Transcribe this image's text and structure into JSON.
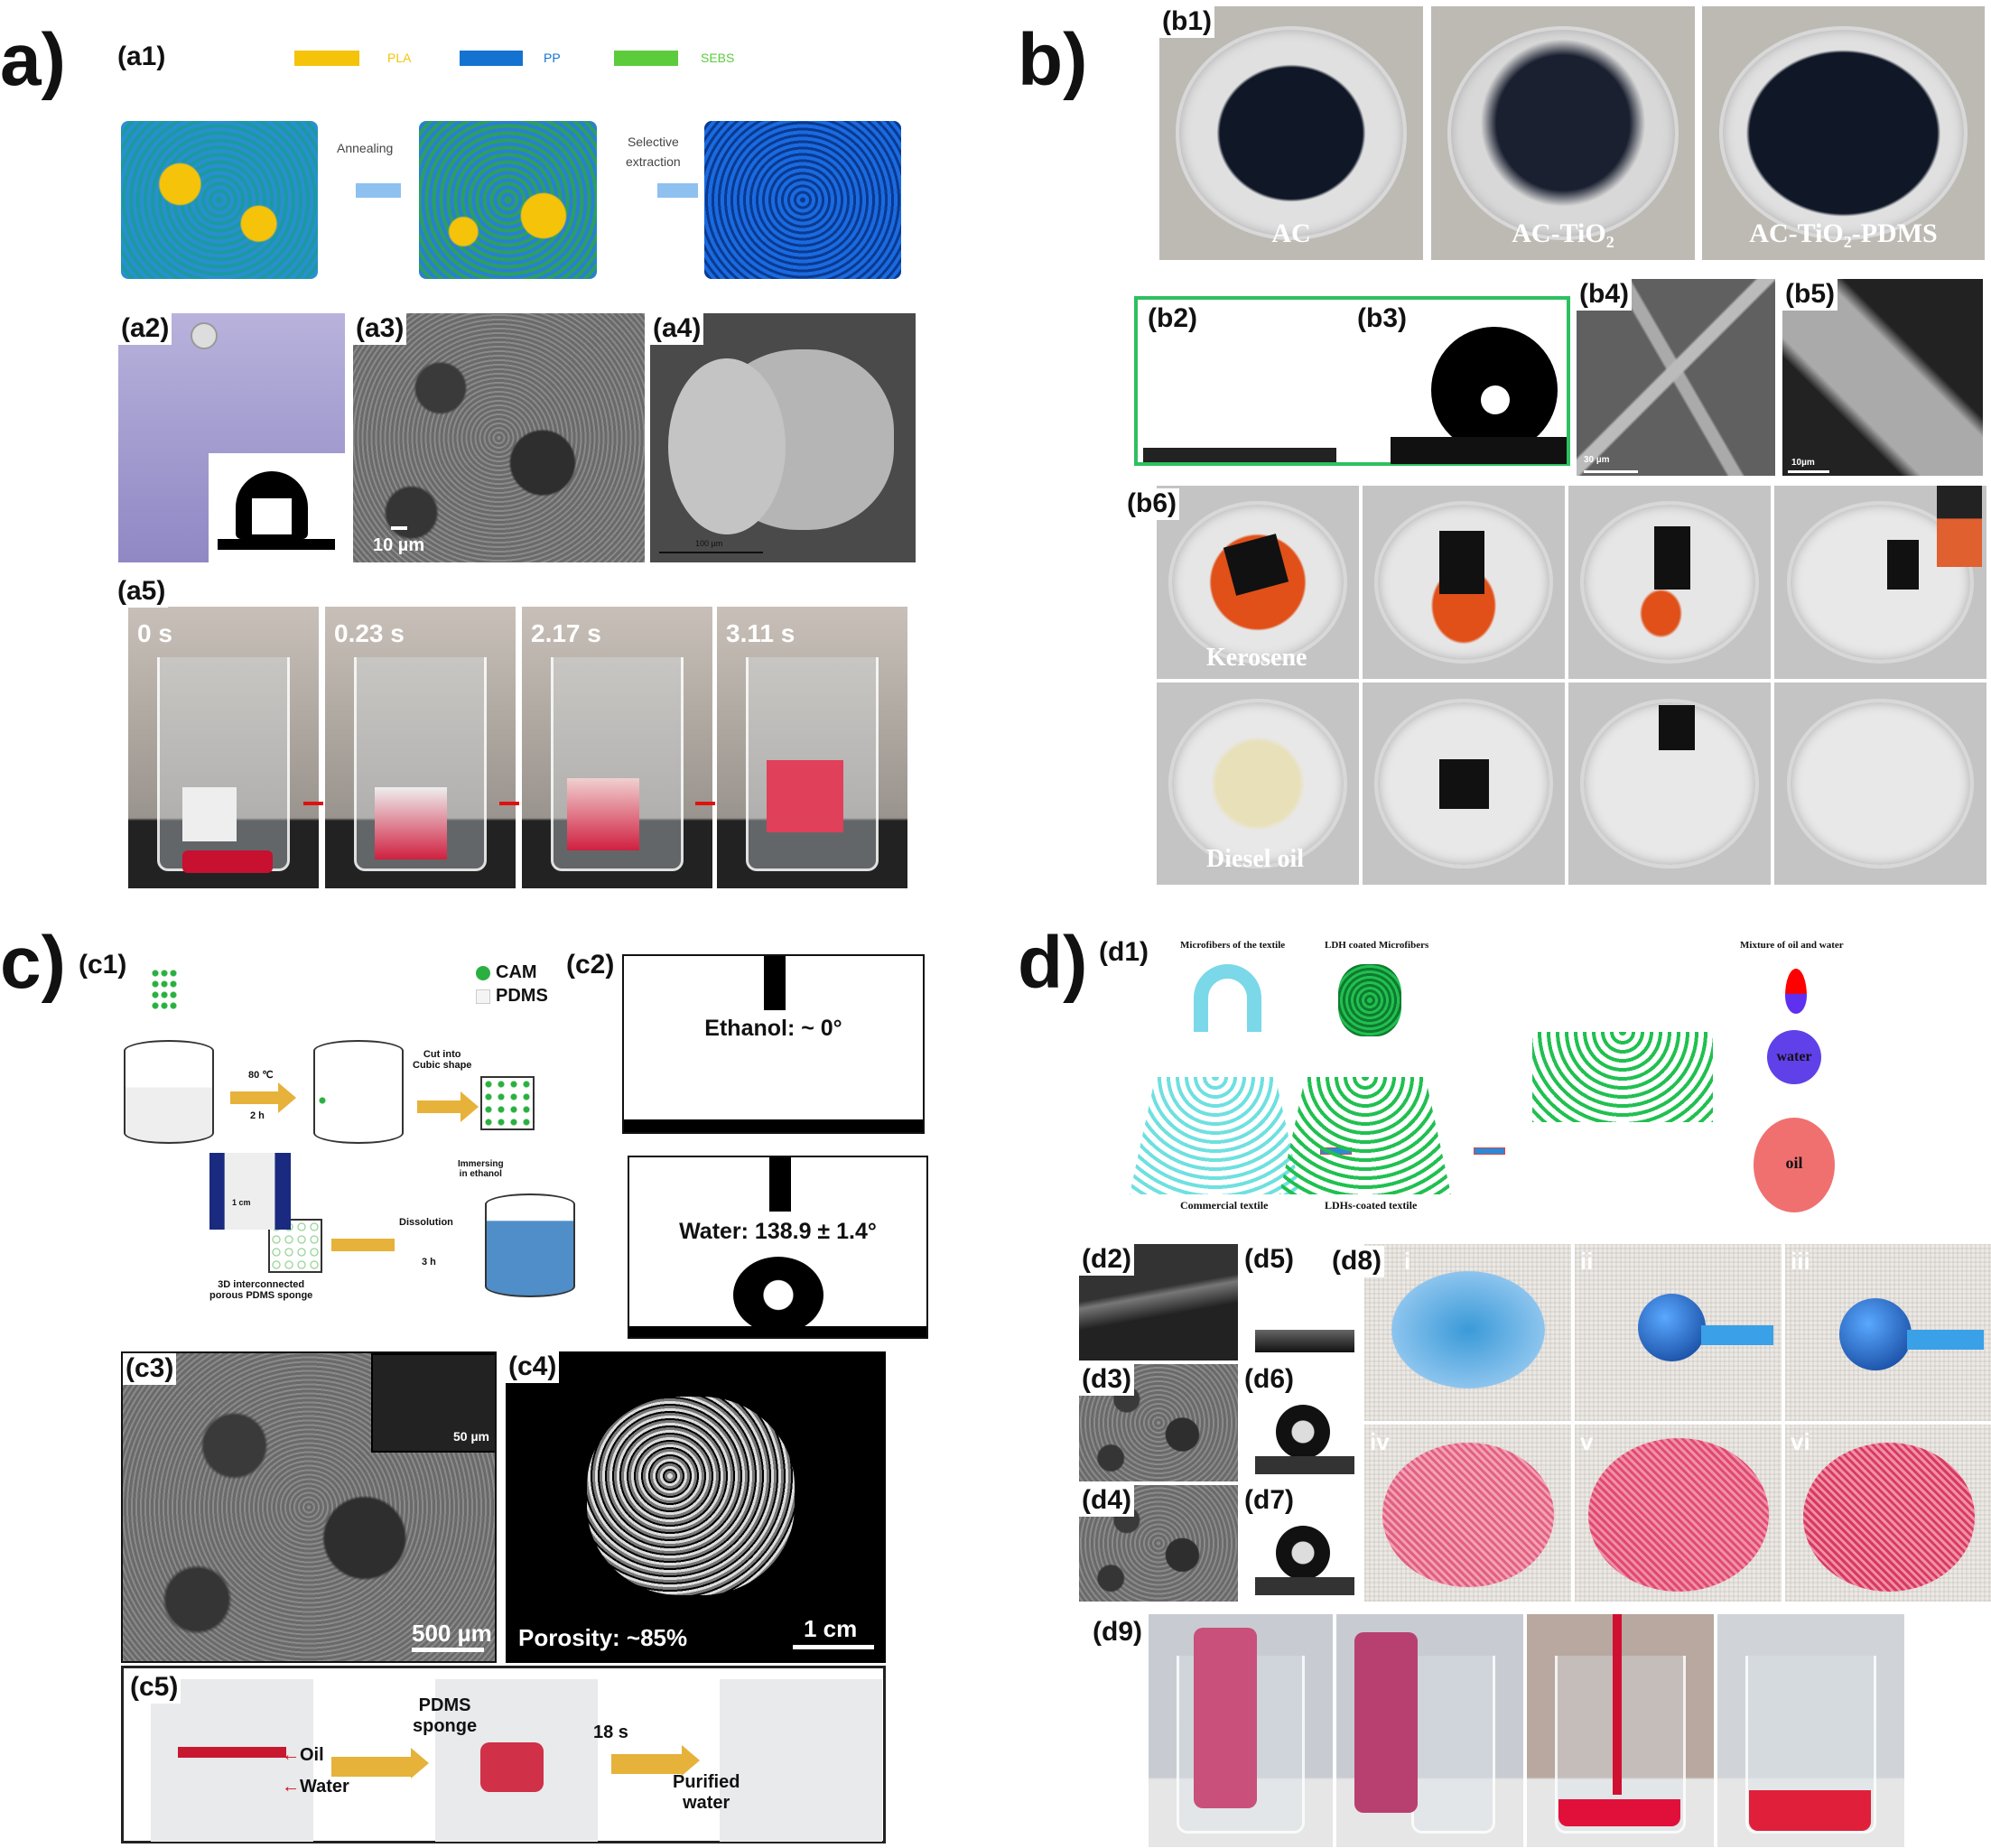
{
  "panel_a": {
    "label": "a)",
    "a1": "(a1)",
    "legend": [
      {
        "name": "PLA",
        "color": "#f5c30a"
      },
      {
        "name": "PP",
        "color": "#1473d0"
      },
      {
        "name": "SEBS",
        "color": "#5ccc3c"
      }
    ],
    "step1": "Annealing",
    "step2a": "Selective",
    "step2b": "extraction",
    "a2": "(a2)",
    "a3": "(a3)",
    "a3_scale": "10 µm",
    "a4": "(a4)",
    "a4_scale": "100 µm",
    "a5": "(a5)",
    "times": [
      "0 s",
      "0.23 s",
      "2.17 s",
      "3.11 s"
    ]
  },
  "panel_b": {
    "label": "b)",
    "b1": "(b1)",
    "dishes": [
      "AC",
      "AC-TiO₂",
      "AC-TiO₂-PDMS"
    ],
    "b2": "(b2)",
    "b3": "(b3)",
    "b4": "(b4)",
    "b4_scale": "30 µm",
    "b5": "(b5)",
    "b5_scale": "10µm",
    "b6": "(b6)",
    "row1": "Kerosene",
    "row2": "Diesel oil"
  },
  "panel_c": {
    "label": "c)",
    "c1": "(c1)",
    "legend_cam": "CAM",
    "legend_pdms": "PDMS",
    "temp": "80 ℃",
    "time1": "2 h",
    "cut1": "Cut into",
    "cut2": "Cubic shape",
    "imm1": "Immersing",
    "imm2": "in ethanol",
    "dissolution": "Dissolution",
    "time2": "3 h",
    "scale": "1 cm",
    "result1": "3D interconnected",
    "result2": "porous PDMS sponge",
    "c2": "(c2)",
    "ethanol": "Ethanol: ~ 0°",
    "water": "Water: 138.9 ± 1.4°",
    "c3": "(c3)",
    "c3_scale": "500 µm",
    "c3_inset_scale": "50 µm",
    "c4": "(c4)",
    "porosity": "Porosity: ~85%",
    "c4_scale": "1 cm",
    "c5": "(c5)",
    "oil": "Oil",
    "water_lbl": "Water",
    "sponge1": "PDMS",
    "sponge2": "sponge",
    "time3": "18 s",
    "purified1": "Purified",
    "purified2": "water"
  },
  "panel_d": {
    "label": "d)",
    "d1": "(d1)",
    "top1": "Microfibers of the textile",
    "top2": "LDH coated Microfibers",
    "top3": "Mixture of oil and water",
    "bot1": "Commercial textile",
    "bot2": "LDHs-coated textile",
    "water": "water",
    "oil": "oil",
    "d2": "(d2)",
    "d3": "(d3)",
    "d4": "(d4)",
    "d5": "(d5)",
    "d6": "(d6)",
    "d7": "(d7)",
    "d8": "(d8)",
    "d8_tiles": [
      "i",
      "ii",
      "iii",
      "iv",
      "v",
      "vi"
    ],
    "d9": "(d9)"
  }
}
